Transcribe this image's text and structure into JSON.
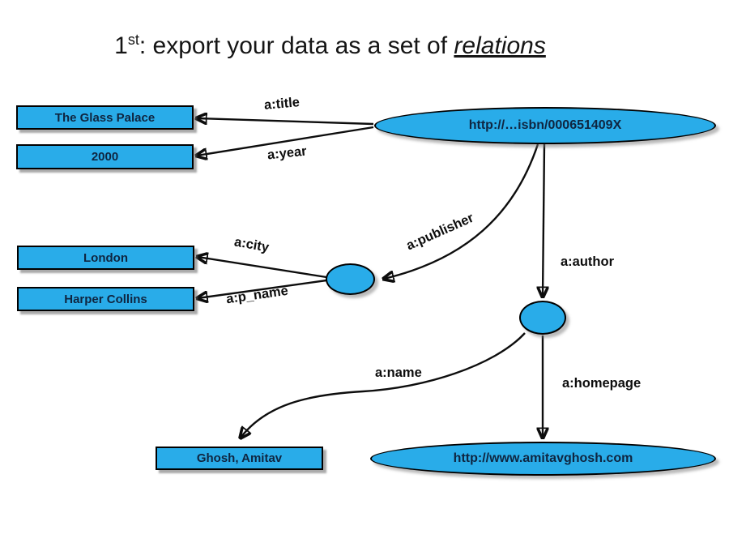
{
  "slide": {
    "title": {
      "number": "1",
      "ordinal": "st",
      "rest": ": export your data as a set of ",
      "emphasis": "relations"
    }
  },
  "colors": {
    "node_fill": "#29ACE9",
    "node_border": "#000000",
    "node_text": "#0F2540",
    "edge_color": "#0D0D0D",
    "background": "#FFFFFF"
  },
  "nodes": {
    "glass_palace": {
      "label": "The Glass Palace",
      "type": "literal"
    },
    "year_2000": {
      "label": "2000",
      "type": "literal"
    },
    "london": {
      "label": "London",
      "type": "literal"
    },
    "harper_collins": {
      "label": "Harper Collins",
      "type": "literal"
    },
    "ghosh_amitav": {
      "label": "Ghosh, Amitav",
      "type": "literal"
    },
    "isbn_uri": {
      "label": "http://…isbn/000651409X",
      "type": "resource"
    },
    "homepage_uri": {
      "label": "http://www.amitavghosh.com",
      "type": "resource"
    },
    "publisher_blank": {
      "label": "",
      "type": "blank-node"
    },
    "author_blank": {
      "label": "",
      "type": "blank-node"
    }
  },
  "edges": {
    "title": {
      "label": "a:title"
    },
    "year": {
      "label": "a:year"
    },
    "city": {
      "label": "a:city"
    },
    "p_name": {
      "label": "a:p_name"
    },
    "publisher": {
      "label": "a:publisher"
    },
    "author": {
      "label": "a:author"
    },
    "name": {
      "label": "a:name"
    },
    "homepage": {
      "label": "a:homepage"
    }
  }
}
